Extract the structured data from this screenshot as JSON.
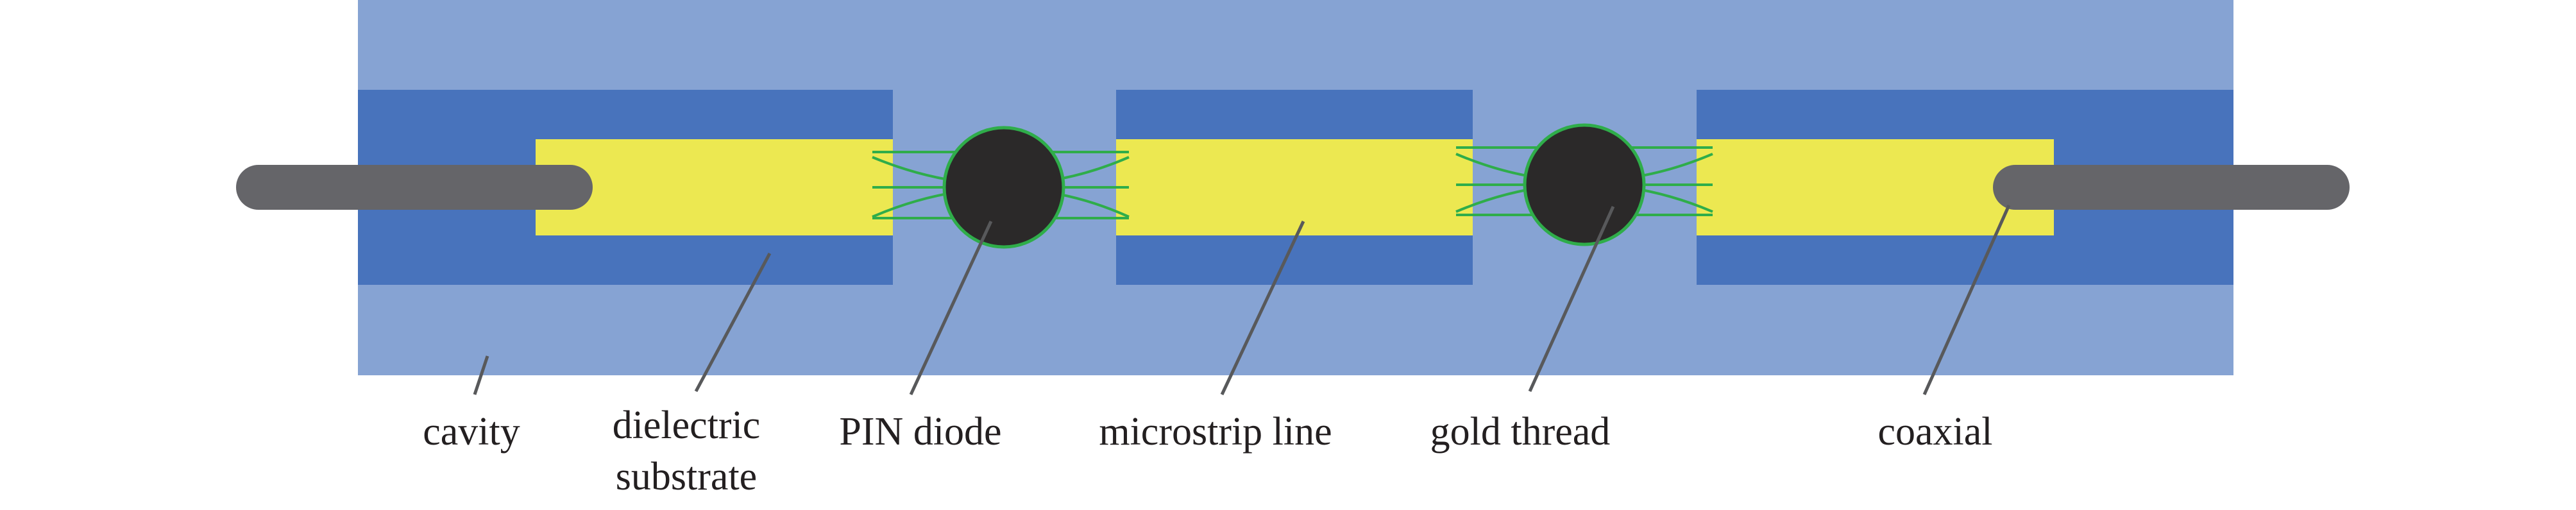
{
  "colors": {
    "cavity": "#86a3d3",
    "substrate": "#4873bc",
    "microstrip": "#ece851",
    "coax": "#656569",
    "diode": "#2b2929",
    "gold_thread": "#2fad4a",
    "leader": "#58595b",
    "text": "#231f20"
  },
  "labels": {
    "cavity": "cavity",
    "dielectric_line1": "dielectric",
    "dielectric_line2": "substrate",
    "pin_diode": "PIN diode",
    "microstrip_line": "microstrip line",
    "gold_thread": "gold thread",
    "coaxial": "coaxial"
  }
}
